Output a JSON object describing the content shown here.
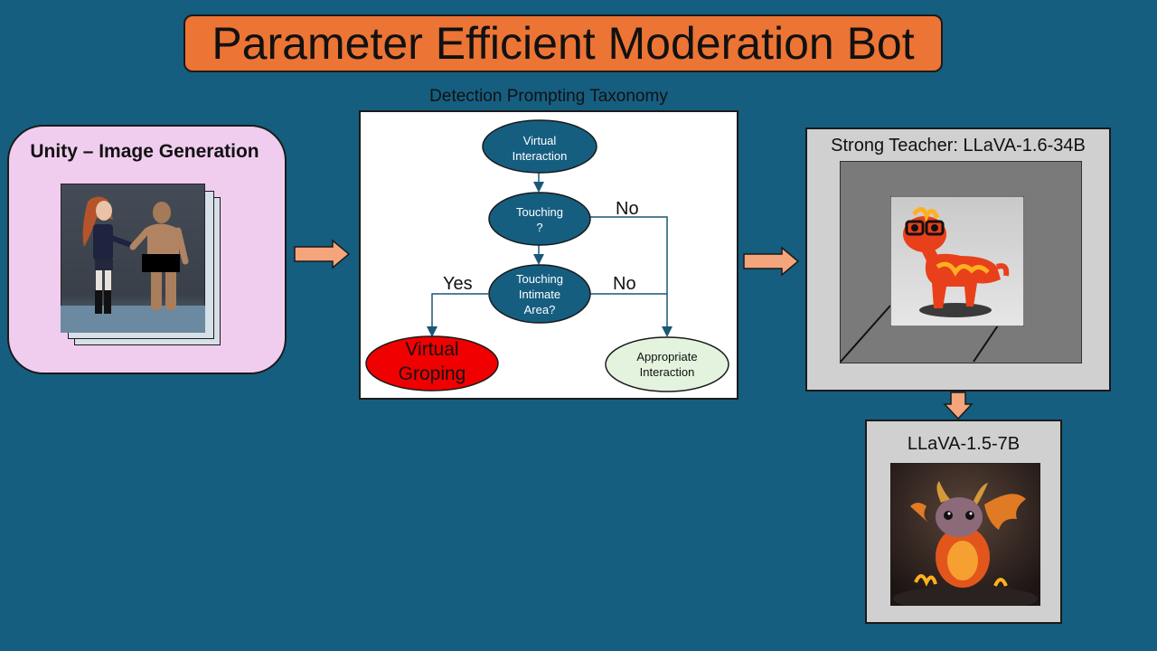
{
  "title": "Parameter Efficient Moderation Bot",
  "unity": {
    "title": "Unity – Image Generation"
  },
  "taxonomy": {
    "caption": "Detection Prompting Taxonomy",
    "nodes": {
      "virtual_interaction": [
        "Virtual",
        "Interaction"
      ],
      "touching": [
        "Touching",
        "?"
      ],
      "touching_intimate": [
        "Touching",
        "Intimate",
        "Area?"
      ],
      "virtual_groping": [
        "Virtual",
        "Groping"
      ],
      "appropriate_interaction": [
        "Appropriate",
        "Interaction"
      ]
    },
    "edge_labels": {
      "no_1": "No",
      "no_2": "No",
      "yes": "Yes"
    }
  },
  "teacher": {
    "title": "Strong Teacher: LLaVA-1.6-34B"
  },
  "student": {
    "title": "LLaVA-1.5-7B"
  },
  "colors": {
    "background": "#155e80",
    "title_fill": "#ec7434",
    "unity_fill": "#f0cdee",
    "arrow_fill": "#f4a57b",
    "node_fill": "#155e80",
    "groping_fill": "#f00000",
    "appropriate_fill": "#e3f3de",
    "panel_fill": "#d0d0d0"
  }
}
